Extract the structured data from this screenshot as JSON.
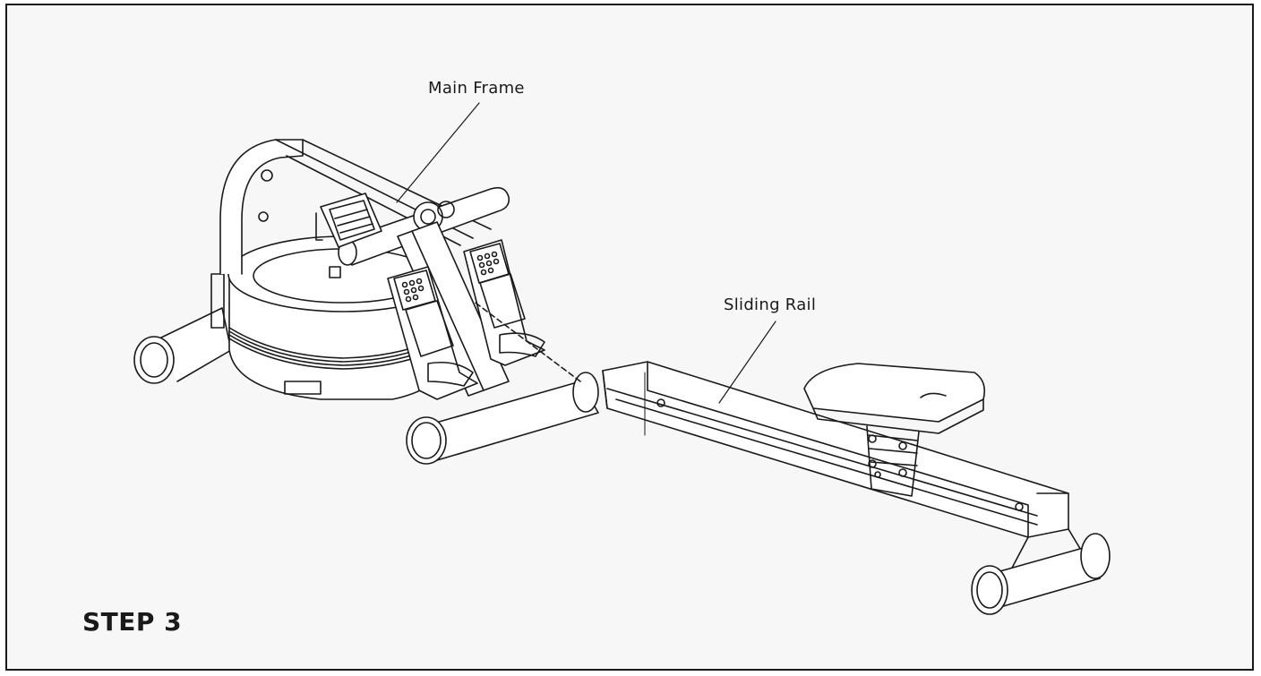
{
  "labels": {
    "main_frame": "Main Frame",
    "sliding_rail": "Sliding Rail"
  },
  "step": {
    "title": "STEP 3"
  },
  "colors": {
    "line": "#1a1a1a",
    "panel_bg": "#f7f7f7",
    "border": "#1a1a1a"
  }
}
